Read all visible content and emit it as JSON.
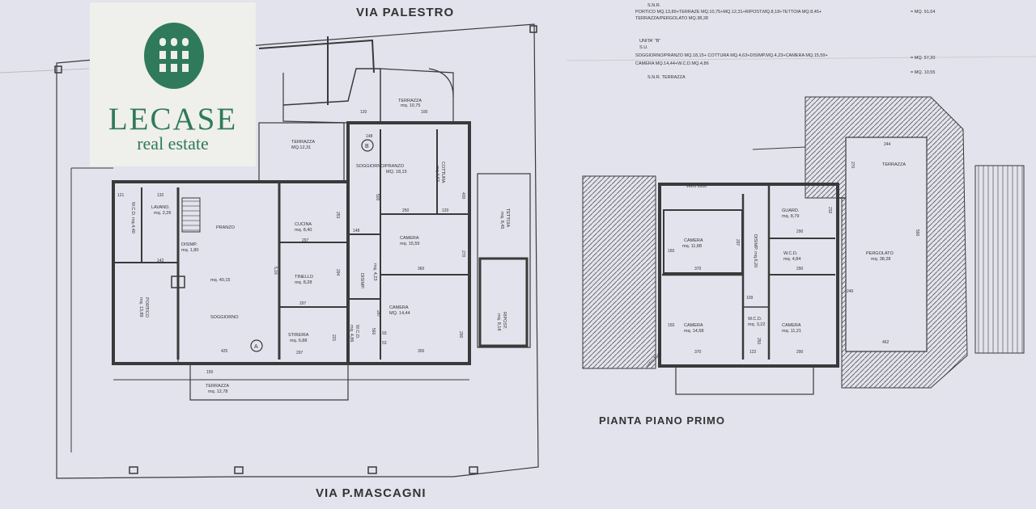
{
  "plan": {
    "street_top": "VIA PALESTRO",
    "street_bottom": "VIA P.MASCAGNI",
    "first_floor_title": "PIANTA PIANO PRIMO",
    "notes": [
      "S.N.R.",
      "PORTICO MQ.13,89+TERRAZE MQ.10,75+MQ.12,31+RIPOST.MQ.8,18+TETTOIA MQ.8,45+",
      "TERRAZZA/PERGOLATO MQ.38,28",
      "UNITA' \"B\"",
      "S.U.",
      "SOGGIORNO/PRANZO MQ.18,15+ COTTURA MQ.4,63+DISIMP.MQ.4,23+CAMERA MQ.15,59+",
      "CAMERA MQ.14,44+W.C.D.MQ.4,86",
      "S.N.R.      TERRAZZA"
    ],
    "note_values": [
      "= MQ. 91,64",
      "= MQ. 57,20",
      "= MQ. 10,55"
    ],
    "ground_rooms": {
      "terrazza_top": "TERRAZZA",
      "terrazza_top_area": "mq. 10,75",
      "terrazza_left": "TERRAZZA",
      "terrazza_left_area": "MQ.12,31",
      "soggiorno_pranzo": "SOGGIORNO/PRANZO",
      "soggiorno_pranzo_area": "MQ. 18,15",
      "cottura": "COTTURA",
      "cottura_area": "mq.4,63",
      "tettoia": "TETTOIA",
      "tettoia_area": "mq. 8,45",
      "camera_b1": "CAMERA",
      "camera_b1_area": "mq. 15,59",
      "camera_b2": "CAMERA",
      "camera_b2_area": "MQ. 14,44",
      "disimp": "DISIMP.",
      "disimp_area": "mq. 4,23",
      "wcd": "W.C.D.",
      "wcd_area": "mq. 4,86",
      "ripost": "RIPOST.",
      "ripost_area": "mq. 8,18",
      "pranzo": "PRANZO",
      "pranzo_area": "mq. 40,15",
      "soggiorno": "SOGGIORNO",
      "cucina": "CUCINA",
      "cucina_area": "mq. 8,40",
      "tinello": "TINELLO",
      "tinello_area": "mq. 8,28",
      "stireria": "STIRERIA",
      "stireria_area": "mq. 6,88",
      "wcd_a": "W.C.D. mq.4,40",
      "lavand": "LAVAND.",
      "lavand_area": "mq. 2,26",
      "disimp_a": "DISIMP.",
      "disimp_a_area": "mq. 1,80",
      "portico": "PORTICO",
      "portico_area": "mq. 13,89",
      "terrazza_bottom": "TERRAZZA",
      "terrazza_bottom_area": "mq. 12,78",
      "unit_b": "B",
      "unit_a": "A"
    },
    "first_rooms": {
      "vetro_fisso": "vetro fisso",
      "guard": "GUARD.",
      "guard_area": "mq. 8,79",
      "camera1": "CAMERA",
      "camera1_area": "mq. 11,88",
      "wcd1": "W.C.D.",
      "wcd1_area": "mq. 4,84",
      "disimp": "DISIMP. mq.6,20",
      "camera2": "CAMERA",
      "camera2_area": "mq. 14,58",
      "wcd2": "W.C.D.",
      "wcd2_area": "mq. 3,22",
      "camera3": "CAMERA",
      "camera3_area": "mq. 11,21",
      "terrazza": "TERRAZZA",
      "pergolato": "PERGOLATO",
      "pergolato_area": "mq. 38,28",
      "vetro_fisso_2": "vetro fisso"
    },
    "dims": {
      "d121": "121",
      "d132": "132",
      "d142": "142",
      "d425": "425",
      "d380": "380",
      "d297": "297",
      "d297b": "297",
      "d297c": "297",
      "d253": "253",
      "d294": "294",
      "d221": "221",
      "d516": "5,16",
      "d148": "148",
      "d500": "500",
      "d250": "250",
      "d120": "120",
      "d400": "400",
      "d270": "270",
      "d360": "360",
      "d300": "300",
      "d290": "290",
      "d560": "560",
      "d287": "287",
      "d148b": "148",
      "d93": "93",
      "d53": "53",
      "d120b": "120",
      "d100": "100",
      "d150": "150",
      "f244": "244",
      "f370": "370",
      "f370b": "370",
      "f270": "270",
      "f290": "290",
      "f290b": "290",
      "f290c": "290",
      "f297": "297",
      "f232": "232",
      "f240": "240",
      "f150": "150",
      "f590": "590",
      "f462": "462",
      "f122": "122",
      "f160": "160",
      "f109": "109",
      "f250": "250"
    }
  },
  "logo": {
    "name": "LECASE",
    "tagline": "real estate",
    "mark": "building-windows-icon",
    "color": "#2f7a5a"
  }
}
